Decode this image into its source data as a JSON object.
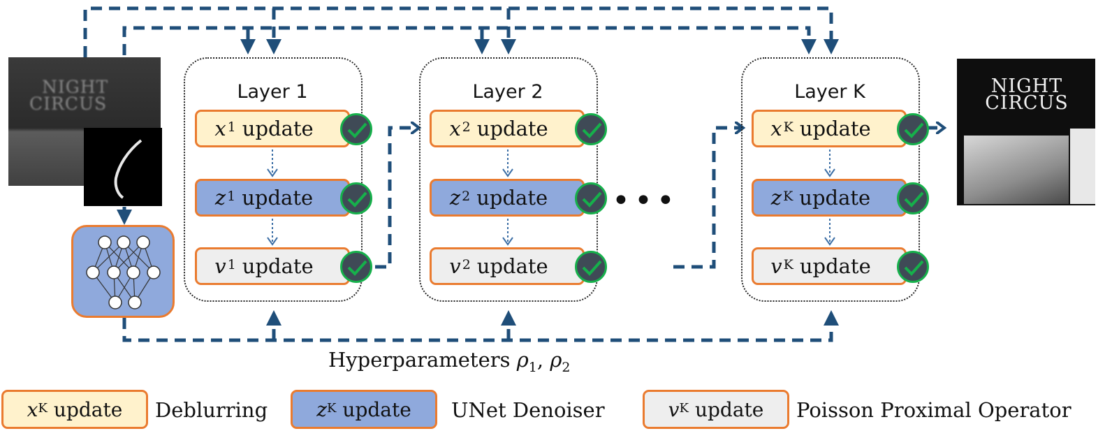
{
  "layers": [
    {
      "title": "Layer 1",
      "sup": "1"
    },
    {
      "title": "Layer 2",
      "sup": "2"
    },
    {
      "title": "Layer K",
      "sup": "K"
    }
  ],
  "update_word": "update",
  "vars": {
    "x": "x",
    "z": "z",
    "v": "v"
  },
  "ellipsis": "•••",
  "hyperparameters": {
    "label": "Hyperparameters ",
    "rho1": "ρ",
    "sub1": "1",
    "sep": ", ",
    "rho2": "ρ",
    "sub2": "2"
  },
  "legend": [
    {
      "var": "x",
      "sup": "K",
      "word": "update",
      "desc": "Deblurring"
    },
    {
      "var": "z",
      "sup": "K",
      "word": "update",
      "desc": "UNet Denoiser"
    },
    {
      "var": "v",
      "sup": "K",
      "word": "update",
      "desc": "Poisson Proximal Operator"
    }
  ],
  "input_photo_text": [
    "NIGHT",
    "CIRCUS"
  ],
  "output_photo_text": [
    "NIGHT",
    "CIRCUS"
  ],
  "colors": {
    "wire": "#1f4e79",
    "border": "#ea7b2f",
    "x_fill": "#fff2cc",
    "z_fill": "#8fa9dc",
    "v_fill": "#eeeeee",
    "check": "#16b04b"
  },
  "icons": [
    "check-icon",
    "neural-network-icon",
    "blur-kernel-icon",
    "arrow-icon"
  ]
}
